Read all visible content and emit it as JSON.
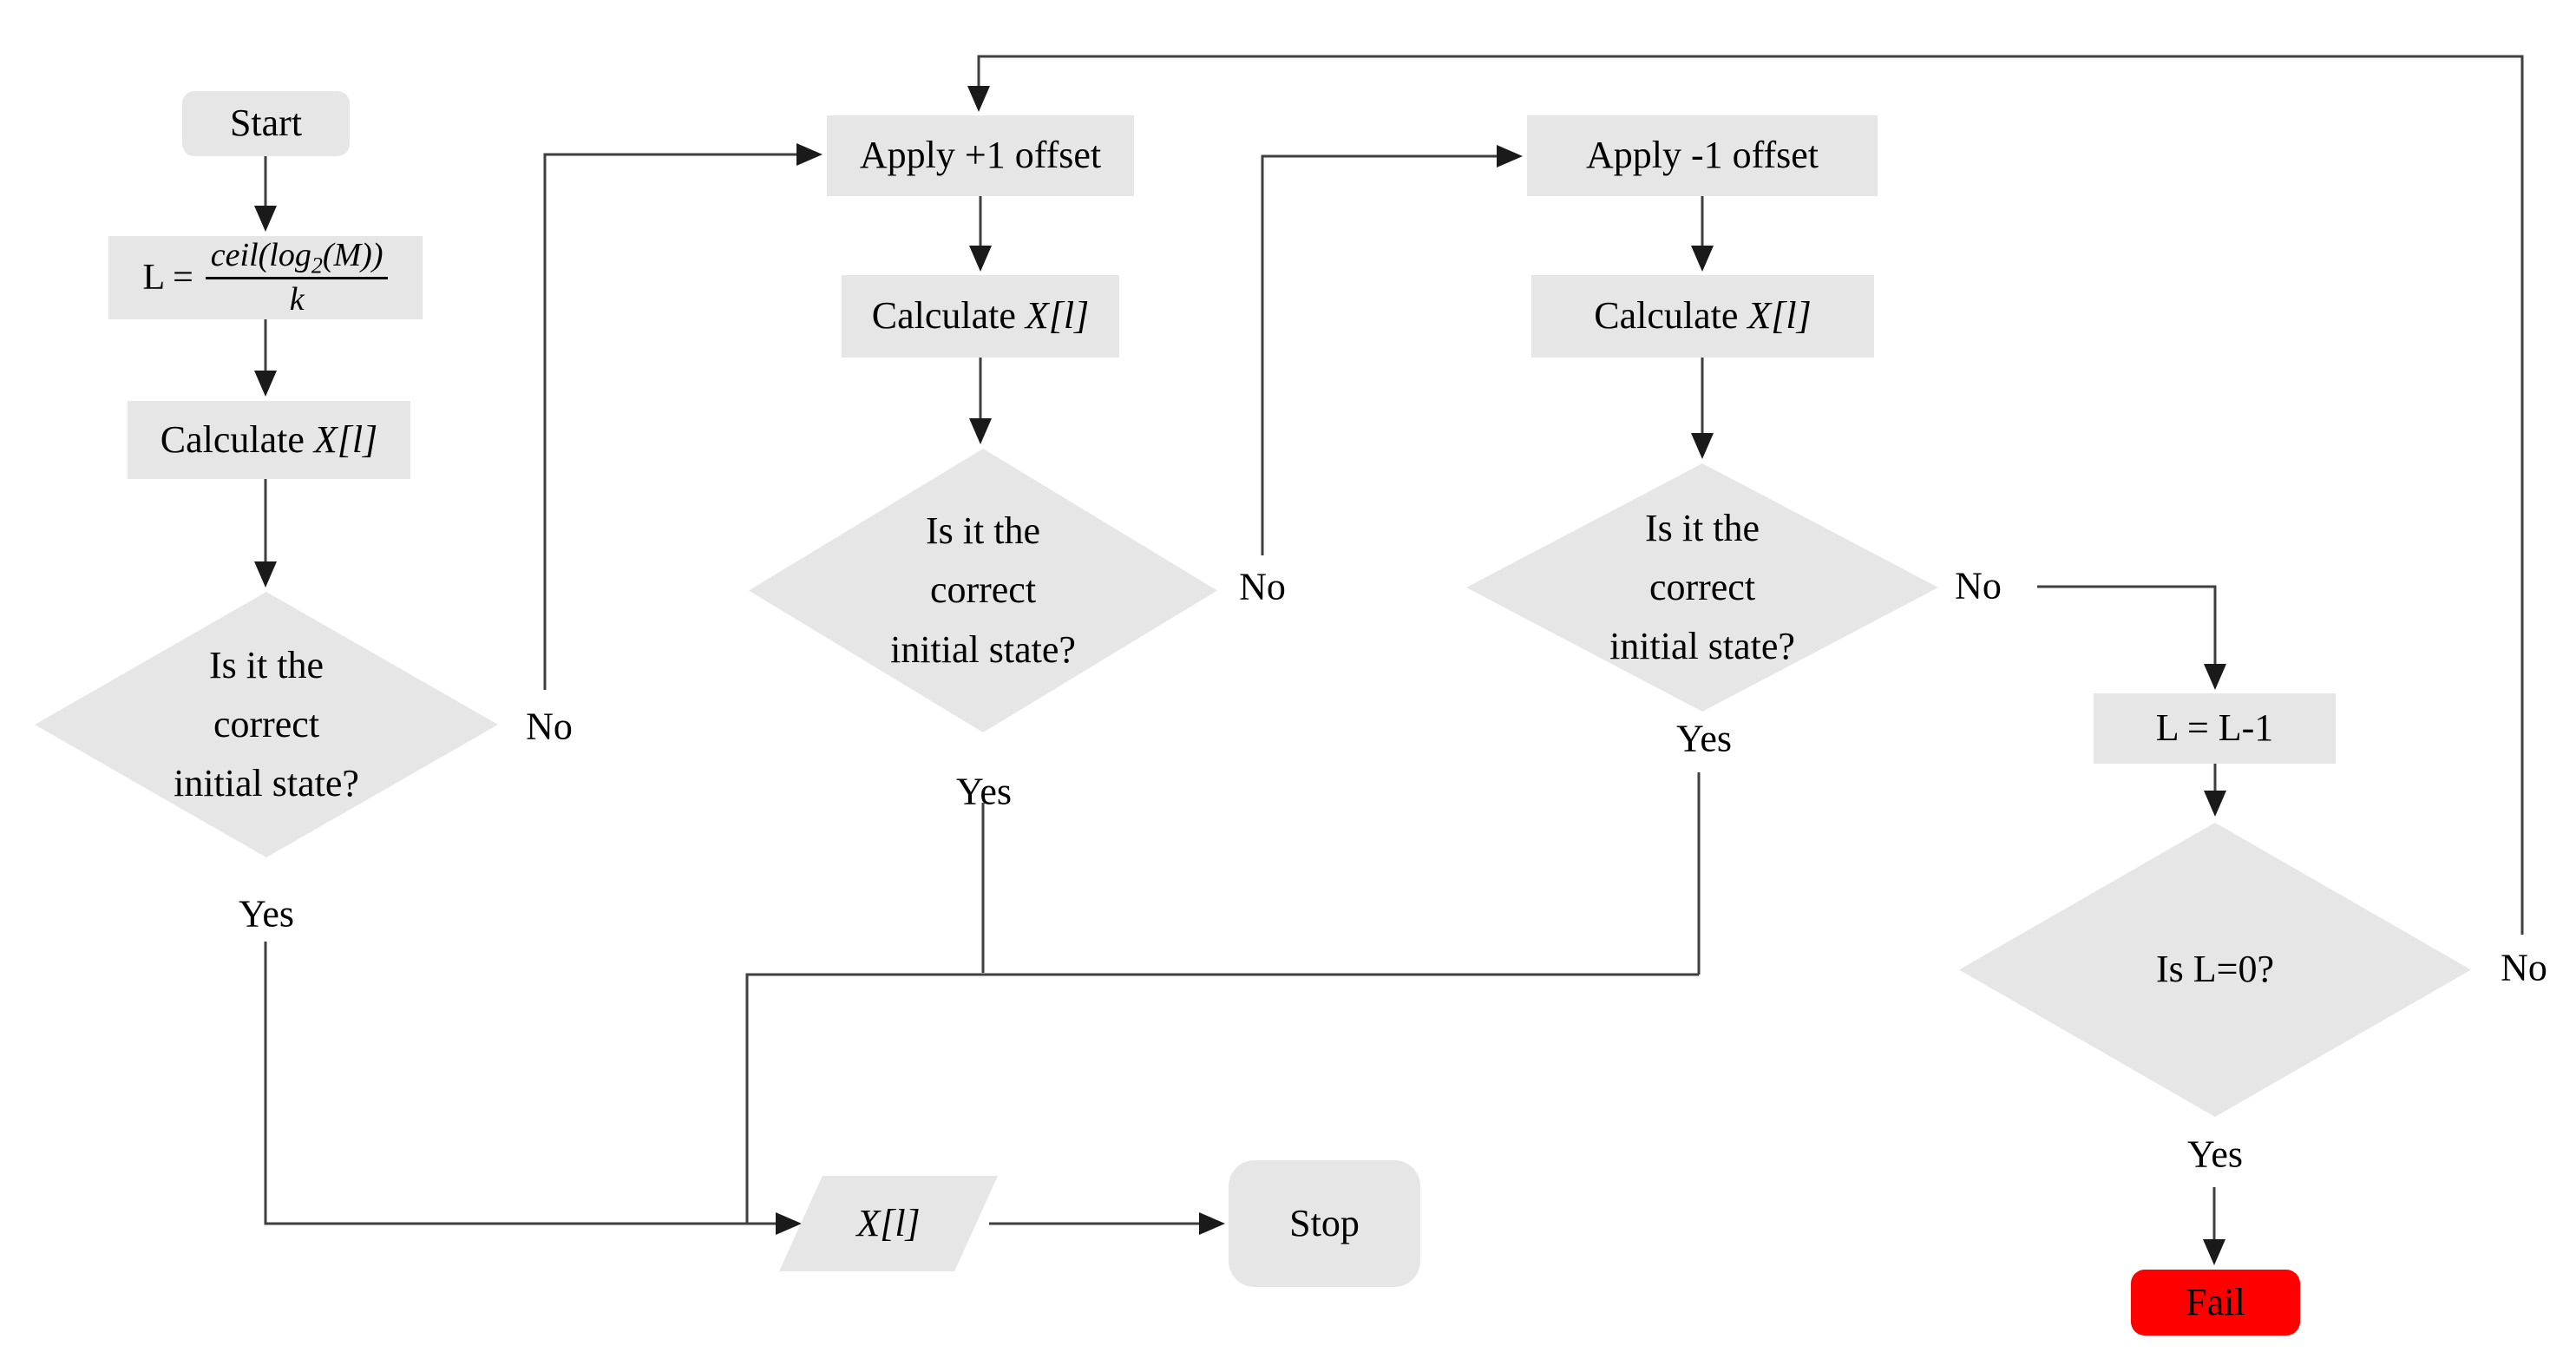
{
  "colors": {
    "node_fill": "#e7e6e6",
    "fail_fill": "#fe0000",
    "line": "#3f3f3f",
    "arrowhead": "#1a1a1a",
    "text": "#000000",
    "background": "#ffffff"
  },
  "nodes": {
    "start": {
      "label": "Start"
    },
    "formula": {
      "lhs": "L =",
      "num_a": "ceil(log",
      "num_sub": "2",
      "num_b": "(M))",
      "denominator": "k"
    },
    "calc1": {
      "prefix": "Calculate ",
      "math": "X[l]"
    },
    "decision1": {
      "line1": "Is it the",
      "line2": "correct",
      "line3": "initial state?"
    },
    "apply_plus": {
      "label": "Apply +1 offset"
    },
    "calc2": {
      "prefix": "Calculate ",
      "math": "X[l]"
    },
    "decision2": {
      "line1": "Is it the",
      "line2": "correct",
      "line3": "initial state?"
    },
    "apply_minus": {
      "label": "Apply -1 offset"
    },
    "calc3": {
      "prefix": "Calculate ",
      "math": "X[l]"
    },
    "decision3": {
      "line1": "Is it the",
      "line2": "correct",
      "line3": "initial state?"
    },
    "decrement": {
      "label": "L = L-1"
    },
    "decision4": {
      "label": "Is L=0?"
    },
    "fail": {
      "label": "Fail"
    },
    "output": {
      "math": "X[l]"
    },
    "stop": {
      "label": "Stop"
    }
  },
  "edge_labels": {
    "yes1": "Yes",
    "no1": "No",
    "yes2": "Yes",
    "no2": "No",
    "yes3": "Yes",
    "no3": "No",
    "yes4": "Yes",
    "no4": "No"
  }
}
